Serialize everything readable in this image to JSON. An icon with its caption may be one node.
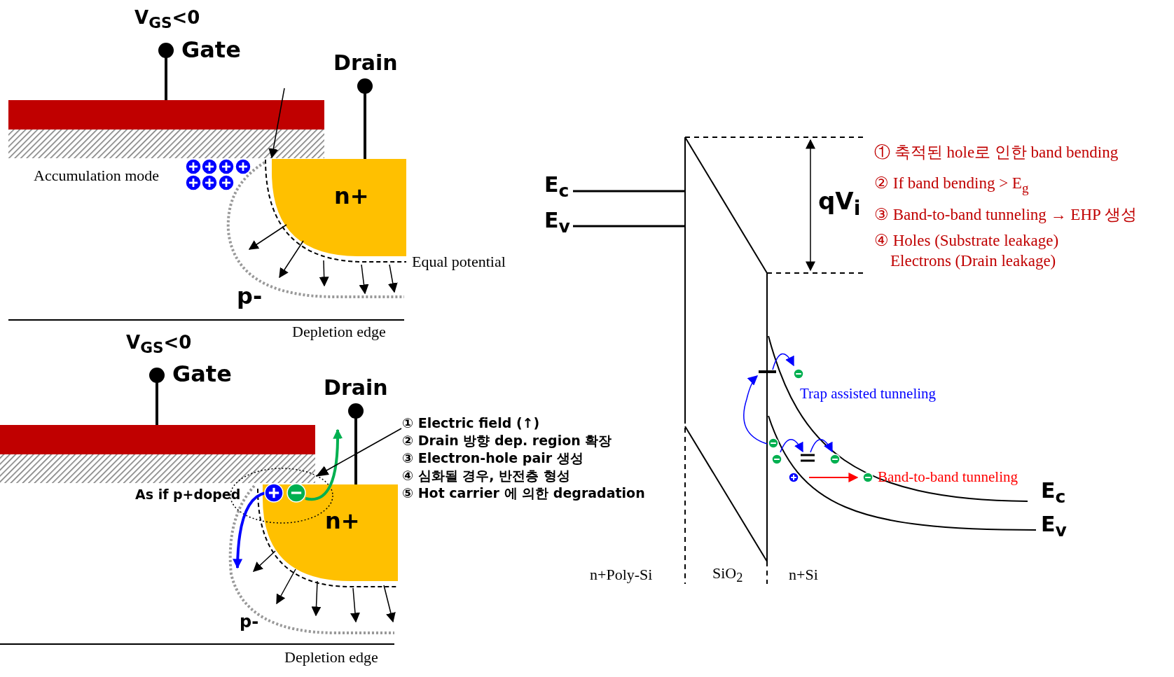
{
  "diagram": {
    "nodes": [
      {
        "text": [
          "① Electric field (↑)",
          "② Drain 방향 dep. region 확장",
          "③ Electron-hole pair 생성",
          "④ 심화될 경우, 반전층 형성",
          "⑤ Hot carrier 에 의한 degradation"
        ]
      },
      {
        "text": [],
        "shape": "ellipse"
      }
    ],
    "edges": [
      {
        "from": 0,
        "to": 1,
        "arrow": "to"
      }
    ],
    "labels": [
      "V$_{GS}$<0",
      "Gate",
      "Drain",
      "Accumulation mode",
      "n+",
      "Equal potential",
      "p-",
      "Depletion edge",
      "V$_{GS}$<0",
      "Gate",
      "Drain",
      "As if p+doped",
      "n+",
      "p-",
      "Depletion edge",
      "E$_{c}$",
      "E$_{v}$",
      "qV$_{i}$",
      "① 축적된 hole로 인한 band bending",
      "② If band bending > E$_{g}$",
      "③ Band-to-band tunneling → EHP 생성",
      "④ Holes (Substrate leakage)",
      "Electrons (Drain leakage)",
      "Trap assisted tunneling",
      "Band-to-band tunneling",
      "E$_{c}$",
      "E$_{v}$",
      "n+Poly-Si",
      "SiO$_{2}$",
      "n+Si"
    ]
  }
}
